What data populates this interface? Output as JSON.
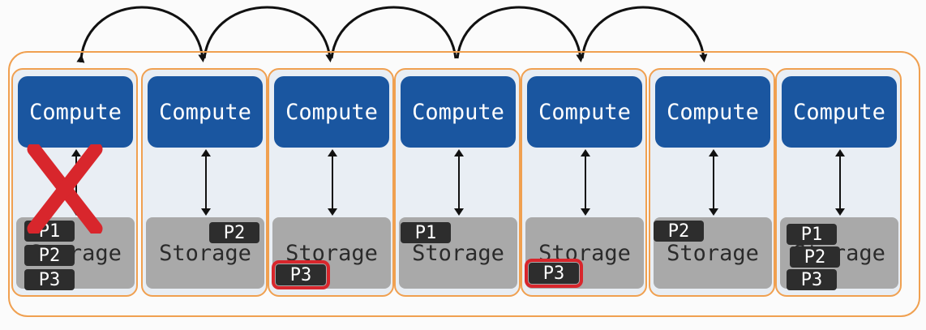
{
  "nodes": [
    {
      "compute": "Compute",
      "storage": "Storage",
      "parts": [
        "P1",
        "P2",
        "P3"
      ],
      "failed": true
    },
    {
      "compute": "Compute",
      "storage": "Storage",
      "parts": [
        "P2"
      ],
      "failed": false
    },
    {
      "compute": "Compute",
      "storage": "Storage",
      "parts": [
        "P3"
      ],
      "failed": false
    },
    {
      "compute": "Compute",
      "storage": "Storage",
      "parts": [
        "P1"
      ],
      "failed": false
    },
    {
      "compute": "Compute",
      "storage": "Storage",
      "parts": [
        "P3"
      ],
      "failed": false
    },
    {
      "compute": "Compute",
      "storage": "Storage",
      "parts": [
        "P2"
      ],
      "failed": false
    },
    {
      "compute": "Compute",
      "storage": "Storage",
      "parts": [
        "P1",
        "P2",
        "P3"
      ],
      "failed": false
    }
  ],
  "colors": {
    "compute": "#1a56a0",
    "storage": "#a9a9a9",
    "partition": "#2d2d2d",
    "node_border": "#f0a050",
    "highlight": "#d8262c",
    "failure_mark": "#d8262c"
  },
  "icons": {
    "failure": "x-mark-icon",
    "connection": "double-arrow-icon",
    "communication": "curved-arrow-icon"
  }
}
